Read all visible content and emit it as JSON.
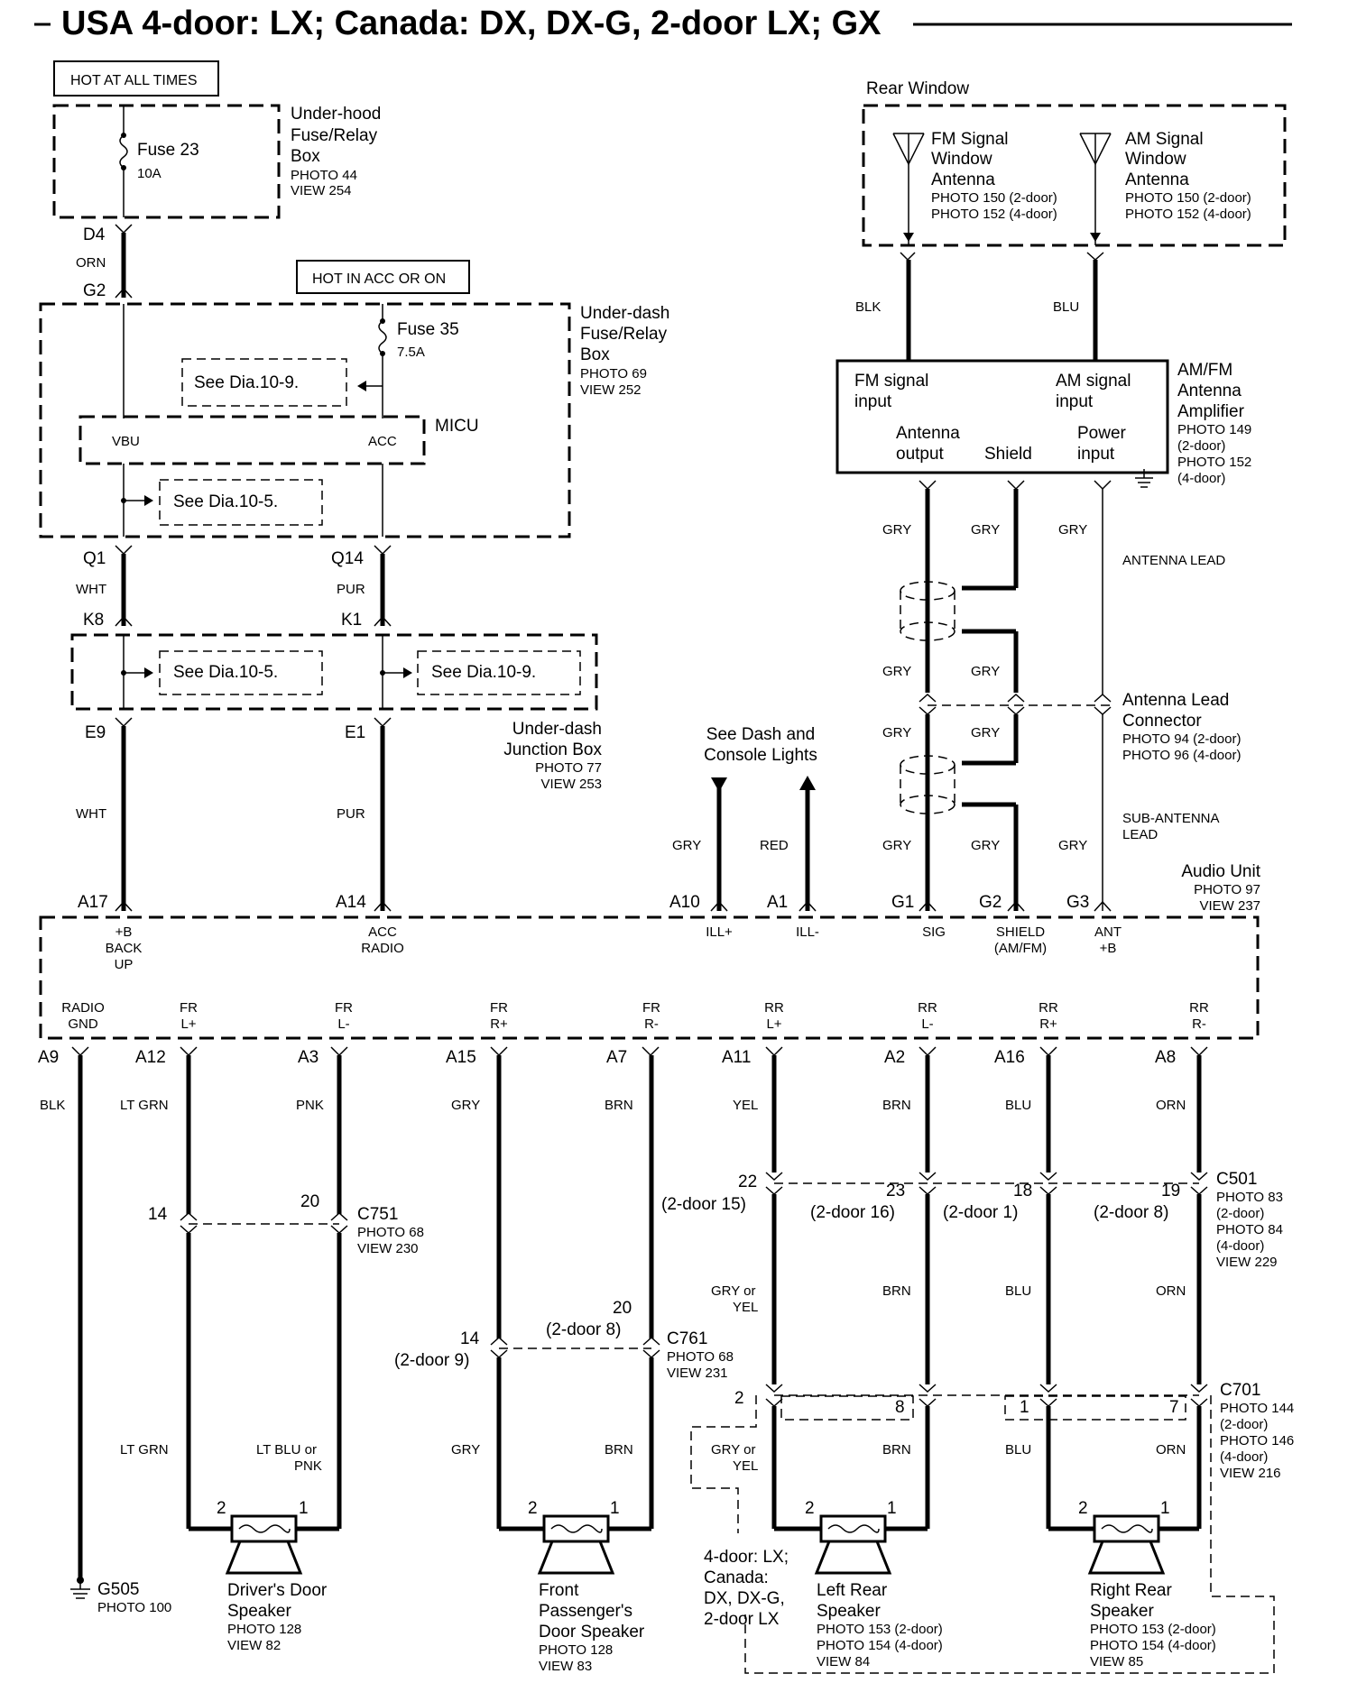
{
  "title": "USA 4-door: LX; Canada: DX, DX-G, 2-door LX; GX",
  "hot_labels": {
    "hot_at_all_times": "HOT AT ALL TIMES",
    "hot_in_acc": "HOT IN ACC OR ON"
  },
  "underhood_box": {
    "name": [
      "Under-hood",
      "Fuse/Relay",
      "Box"
    ],
    "photo": "PHOTO 44",
    "view": "VIEW 254",
    "fuse": "Fuse 23",
    "amp": "10A"
  },
  "underdash_box": {
    "name": [
      "Under-dash",
      "Fuse/Relay",
      "Box"
    ],
    "photo": "PHOTO 69",
    "view": "VIEW 252",
    "fuse": "Fuse 35",
    "amp": "7.5A",
    "micu": "MICU",
    "vbu": "VBU",
    "acc": "ACC",
    "see1": "See Dia.10-9.",
    "see2": "See Dia.10-5."
  },
  "junction_box": {
    "name": [
      "Under-dash",
      "Junction Box"
    ],
    "photo": "PHOTO 77",
    "view": "VIEW 253",
    "see1": "See Dia.10-5.",
    "see2": "See Dia.10-9."
  },
  "pins": {
    "D4": "D4",
    "G2": "G2",
    "Q1": "Q1",
    "Q14": "Q14",
    "K8": "K8",
    "K1": "K1",
    "E9": "E9",
    "E1": "E1",
    "A17": "A17",
    "A14": "A14",
    "A10": "A10",
    "A1": "A1",
    "G1": "G1",
    "G2b": "G2",
    "G3": "G3",
    "A9": "A9",
    "A12": "A12",
    "A3": "A3",
    "A15": "A15",
    "A7": "A7",
    "A11": "A11",
    "A2": "A2",
    "A16": "A16",
    "A8": "A8"
  },
  "wire_colors": {
    "orn": "ORN",
    "wht": "WHT",
    "pur": "PUR",
    "blk": "BLK",
    "blu": "BLU",
    "gry": "GRY",
    "red": "RED",
    "ltgrn": "LT GRN",
    "pnk": "PNK",
    "brn": "BRN",
    "yel": "YEL",
    "gry_or": "GRY or",
    "yel2": "YEL",
    "ltblu_or": "LT BLU or",
    "pnk2": "PNK"
  },
  "rear_window": {
    "title": "Rear Window",
    "fm": [
      "FM Signal",
      "Window",
      "Antenna"
    ],
    "fm_photo": [
      "PHOTO 150 (2-door)",
      "PHOTO 152 (4-door)"
    ],
    "am": [
      "AM Signal",
      "Window",
      "Antenna"
    ],
    "am_photo": [
      "PHOTO 150 (2-door)",
      "PHOTO 152 (4-door)"
    ]
  },
  "amplifier": {
    "fm_input": [
      "FM signal",
      "input"
    ],
    "am_input": [
      "AM signal",
      "input"
    ],
    "ant_output": [
      "Antenna",
      "output"
    ],
    "shield": "Shield",
    "power_input": [
      "Power",
      "input"
    ],
    "name": [
      "AM/FM",
      "Antenna",
      "Amplifier"
    ],
    "photo": [
      "PHOTO 149",
      "(2-door)",
      "PHOTO 152",
      "(4-door)"
    ]
  },
  "antenna": {
    "lead": "ANTENNA LEAD",
    "connector": [
      "Antenna Lead",
      "Connector"
    ],
    "connector_photo": [
      "PHOTO 94 (2-door)",
      "PHOTO 96 (4-door)"
    ],
    "sub_lead": [
      "SUB-ANTENNA",
      "LEAD"
    ]
  },
  "dash_lights": [
    "See Dash and",
    "Console Lights"
  ],
  "audio_unit": {
    "name": "Audio Unit",
    "photo": "PHOTO 97",
    "view": "VIEW 237",
    "pins_top": {
      "backup": [
        "+B",
        "BACK",
        "UP"
      ],
      "acc": [
        "ACC",
        "RADIO"
      ],
      "illp": "ILL+",
      "illm": "ILL-",
      "sig": "SIG",
      "shield": [
        "SHIELD",
        "(AM/FM)"
      ],
      "ant": [
        "ANT",
        "+B"
      ]
    },
    "pins_bottom": {
      "gnd": [
        "RADIO",
        "GND"
      ],
      "frlp": [
        "FR",
        "L+"
      ],
      "frlm": [
        "FR",
        "L-"
      ],
      "frrp": [
        "FR",
        "R+"
      ],
      "frrm": [
        "FR",
        "R-"
      ],
      "rrlp": [
        "RR",
        "L+"
      ],
      "rrlm": [
        "RR",
        "L-"
      ],
      "rrrp": [
        "RR",
        "R+"
      ],
      "rrrm": [
        "RR",
        "R-"
      ]
    }
  },
  "connectors": {
    "c751": "C751",
    "c751_photo": "PHOTO 68",
    "c751_view": "VIEW 230",
    "c761": "C761",
    "c761_photo": "PHOTO 68",
    "c761_view": "VIEW 231",
    "c501": "C501",
    "c501_photo": [
      "PHOTO 83",
      "(2-door)",
      "PHOTO 84",
      "(4-door)",
      "VIEW 229"
    ],
    "c701": "C701",
    "c701_photo": [
      "PHOTO 144",
      "(2-door)",
      "PHOTO 146",
      "(4-door)",
      "VIEW 216"
    ]
  },
  "pin_numbers": {
    "c751_14": "14",
    "c751_20": "20",
    "c761_14": "14",
    "c761_14b": "(2-door 9)",
    "c761_20": "20",
    "c761_20b": "(2-door 8)",
    "c501_22": "22",
    "c501_22b": "(2-door 15)",
    "c501_23": "23",
    "c501_23b": "(2-door 16)",
    "c501_18": "18",
    "c501_18b": "(2-door 1)",
    "c501_19": "19",
    "c501_19b": "(2-door 8)",
    "c701_2": "2",
    "c701_8": "8",
    "c701_1": "1",
    "c701_7": "7",
    "spk_2": "2",
    "spk_1": "1"
  },
  "ground": {
    "name": "G505",
    "photo": "PHOTO 100"
  },
  "speakers": {
    "driver": {
      "name": [
        "Driver's Door",
        "Speaker"
      ],
      "photo": "PHOTO 128",
      "view": "VIEW 82"
    },
    "front_pass": {
      "name": [
        "Front",
        "Passenger's",
        "Door Speaker"
      ],
      "photo": "PHOTO 128",
      "view": "VIEW 83"
    },
    "left_rear": {
      "name": [
        "Left Rear",
        "Speaker"
      ],
      "photo": [
        "PHOTO 153 (2-door)",
        "PHOTO 154 (4-door)"
      ],
      "view": "VIEW 84"
    },
    "right_rear": {
      "name": [
        "Right Rear",
        "Speaker"
      ],
      "photo": [
        "PHOTO 153 (2-door)",
        "PHOTO 154 (4-door)"
      ],
      "view": "VIEW 85"
    }
  },
  "variant_note": [
    "4-door: LX;",
    "Canada:",
    "DX, DX-G,",
    "2-door LX"
  ]
}
